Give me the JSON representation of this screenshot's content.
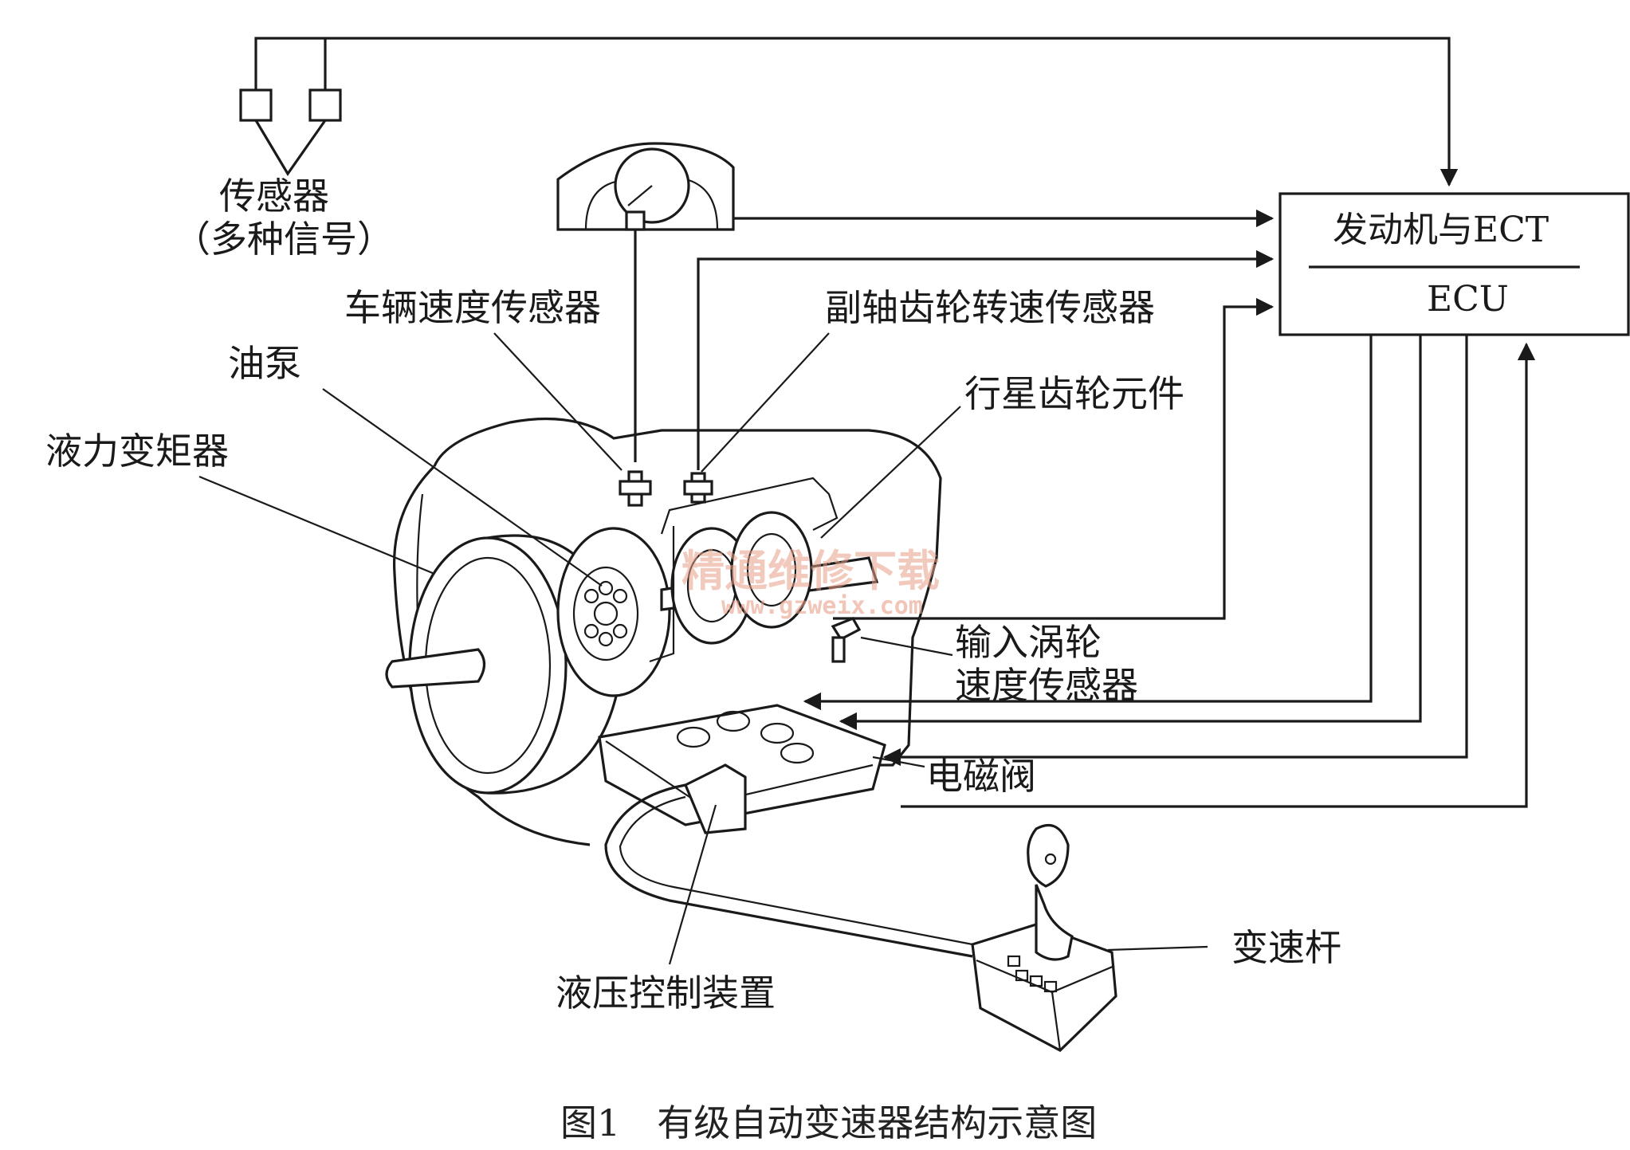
{
  "labels": {
    "sensors": "传感器",
    "sensors_sub": "（多种信号）",
    "ecu_top": "发动机与ECT",
    "ecu_bottom": "ECU",
    "vehicle_speed_sensor": "车辆速度传感器",
    "countershaft_sensor": "副轴齿轮转速传感器",
    "oil_pump": "油泵",
    "planetary_gear": "行星齿轮元件",
    "torque_converter": "液力变矩器",
    "input_turbine_line1": "输入涡轮",
    "input_turbine_line2": "速度传感器",
    "solenoid_valve": "电磁阀",
    "shift_lever": "变速杆",
    "hydraulic_control": "液压控制装置"
  },
  "caption": "图1　有级自动变速器结构示意图",
  "watermark": {
    "text": "精通维修下载",
    "url": "www.gzweix.com"
  },
  "colors": {
    "line": "#1a1a1a",
    "watermark": "#e8a088"
  }
}
